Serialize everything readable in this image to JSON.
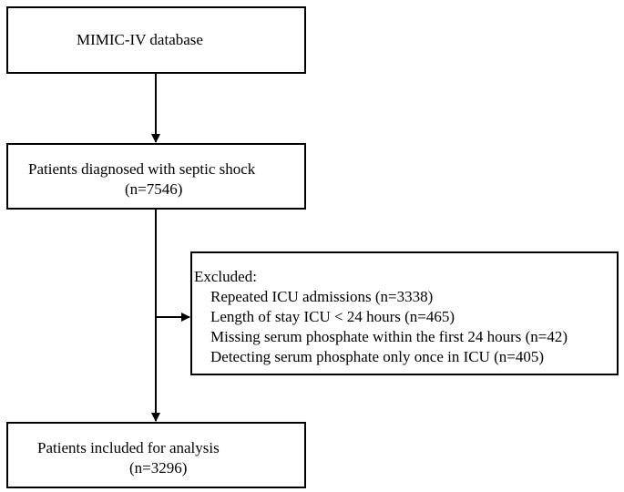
{
  "flowchart": {
    "source": {
      "label": "MIMIC-IV database"
    },
    "septic_shock": {
      "title": "Patients diagnosed with septic shock",
      "count": "(n=7546)"
    },
    "excluded": {
      "heading": "Excluded:",
      "items": [
        "Repeated ICU admissions (n=3338)",
        "Length of stay ICU < 24 hours (n=465)",
        "Missing serum phosphate within the first 24 hours (n=42)",
        "Detecting serum phosphate only once in ICU (n=405)"
      ]
    },
    "included": {
      "title": "Patients included for analysis",
      "count": "(n=3296)"
    }
  },
  "colors": {
    "line": "#000000",
    "background": "#ffffff"
  }
}
